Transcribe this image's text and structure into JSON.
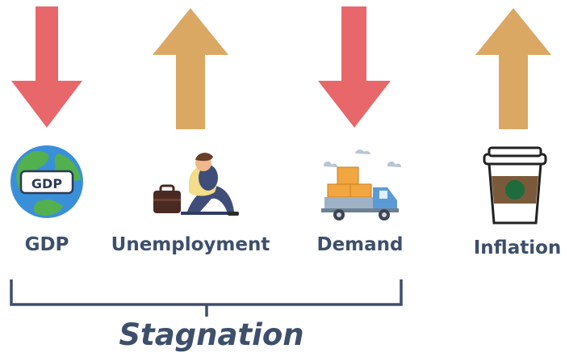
{
  "indicators": [
    {
      "label": "GDP",
      "direction": "down",
      "icon": "globe-gdp-icon",
      "badge_text": "GDP"
    },
    {
      "label": "Unemployment",
      "direction": "up",
      "icon": "sad-person-briefcase-icon"
    },
    {
      "label": "Demand",
      "direction": "down",
      "icon": "delivery-truck-boxes-icon"
    },
    {
      "label": "Inflation",
      "direction": "up",
      "icon": "coffee-cup-icon"
    }
  ],
  "group": {
    "label": "Stagnation",
    "spans": [
      "GDP",
      "Unemployment",
      "Demand"
    ]
  },
  "colors": {
    "down_arrow": "#e8676b",
    "up_arrow": "#dba863",
    "text": "#3d4f6b",
    "bracket": "#3d4f6b"
  }
}
